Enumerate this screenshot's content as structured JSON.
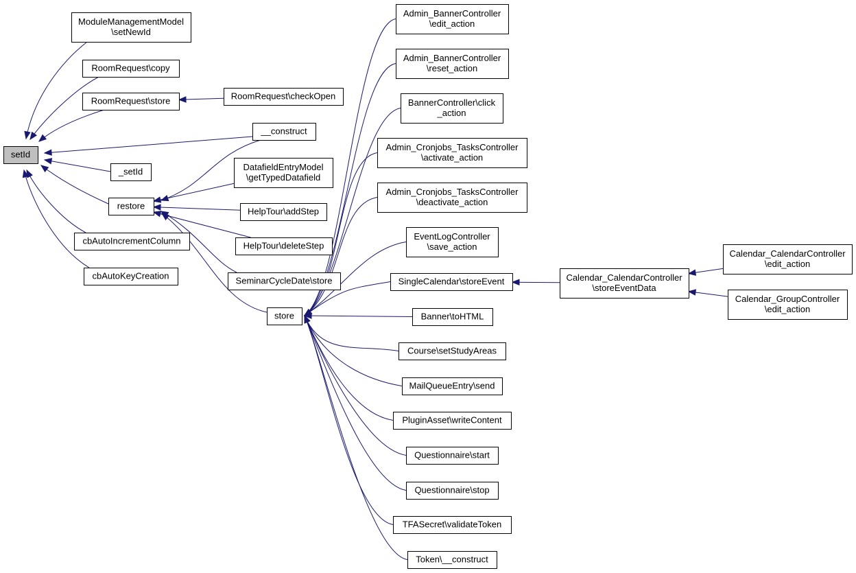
{
  "graph": {
    "nodes": [
      {
        "id": "setId",
        "label": [
          "setId"
        ],
        "focus": true
      },
      {
        "id": "setNewId",
        "label": [
          "ModuleManagementModel",
          "\\setNewId"
        ]
      },
      {
        "id": "rrcopy",
        "label": [
          "RoomRequest\\copy"
        ]
      },
      {
        "id": "rrstore",
        "label": [
          "RoomRequest\\store"
        ]
      },
      {
        "id": "rrcheck",
        "label": [
          "RoomRequest\\checkOpen"
        ]
      },
      {
        "id": "construct",
        "label": [
          "__construct"
        ]
      },
      {
        "id": "_setId",
        "label": [
          "_setId"
        ]
      },
      {
        "id": "restore",
        "label": [
          "restore"
        ]
      },
      {
        "id": "cbAIC",
        "label": [
          "cbAutoIncrementColumn"
        ]
      },
      {
        "id": "cbAKC",
        "label": [
          "cbAutoKeyCreation"
        ]
      },
      {
        "id": "dfe",
        "label": [
          "DatafieldEntryModel",
          "\\getTypedDatafield"
        ]
      },
      {
        "id": "htadd",
        "label": [
          "HelpTour\\addStep"
        ]
      },
      {
        "id": "htdel",
        "label": [
          "HelpTour\\deleteStep"
        ]
      },
      {
        "id": "scd",
        "label": [
          "SeminarCycleDate\\store"
        ]
      },
      {
        "id": "store",
        "label": [
          "store"
        ]
      },
      {
        "id": "abce",
        "label": [
          "Admin_BannerController",
          "\\edit_action"
        ]
      },
      {
        "id": "abcr",
        "label": [
          "Admin_BannerController",
          "\\reset_action"
        ]
      },
      {
        "id": "bcc",
        "label": [
          "BannerController\\click",
          "_action"
        ]
      },
      {
        "id": "acta",
        "label": [
          "Admin_Cronjobs_TasksController",
          "\\activate_action"
        ]
      },
      {
        "id": "actd",
        "label": [
          "Admin_Cronjobs_TasksController",
          "\\deactivate_action"
        ]
      },
      {
        "id": "elc",
        "label": [
          "EventLogController",
          "\\save_action"
        ]
      },
      {
        "id": "sc",
        "label": [
          "SingleCalendar\\storeEvent"
        ]
      },
      {
        "id": "banner",
        "label": [
          "Banner\\toHTML"
        ]
      },
      {
        "id": "course",
        "label": [
          "Course\\setStudyAreas"
        ]
      },
      {
        "id": "mail",
        "label": [
          "MailQueueEntry\\send"
        ]
      },
      {
        "id": "plugin",
        "label": [
          "PluginAsset\\writeContent"
        ]
      },
      {
        "id": "qstart",
        "label": [
          "Questionnaire\\start"
        ]
      },
      {
        "id": "qstop",
        "label": [
          "Questionnaire\\stop"
        ]
      },
      {
        "id": "tfa",
        "label": [
          "TFASecret\\validateToken"
        ]
      },
      {
        "id": "token",
        "label": [
          "Token\\__construct"
        ]
      },
      {
        "id": "ccsed",
        "label": [
          "Calendar_CalendarController",
          "\\storeEventData"
        ]
      },
      {
        "id": "cce",
        "label": [
          "Calendar_CalendarController",
          "\\edit_action"
        ]
      },
      {
        "id": "cge",
        "label": [
          "Calendar_GroupController",
          "\\edit_action"
        ]
      }
    ],
    "edges": [
      [
        "setNewId",
        "setId"
      ],
      [
        "rrcopy",
        "setId"
      ],
      [
        "rrstore",
        "setId"
      ],
      [
        "construct",
        "setId"
      ],
      [
        "_setId",
        "setId"
      ],
      [
        "restore",
        "setId"
      ],
      [
        "cbAIC",
        "setId"
      ],
      [
        "cbAKC",
        "setId"
      ],
      [
        "rrcheck",
        "rrstore"
      ],
      [
        "construct",
        "restore"
      ],
      [
        "dfe",
        "restore"
      ],
      [
        "htadd",
        "restore"
      ],
      [
        "htdel",
        "restore"
      ],
      [
        "scd",
        "restore"
      ],
      [
        "store",
        "restore"
      ],
      [
        "abce",
        "store"
      ],
      [
        "abcr",
        "store"
      ],
      [
        "bcc",
        "store"
      ],
      [
        "acta",
        "store"
      ],
      [
        "actd",
        "store"
      ],
      [
        "elc",
        "store"
      ],
      [
        "sc",
        "store"
      ],
      [
        "banner",
        "store"
      ],
      [
        "course",
        "store"
      ],
      [
        "mail",
        "store"
      ],
      [
        "plugin",
        "store"
      ],
      [
        "qstart",
        "store"
      ],
      [
        "qstop",
        "store"
      ],
      [
        "tfa",
        "store"
      ],
      [
        "token",
        "store"
      ],
      [
        "ccsed",
        "sc"
      ],
      [
        "cce",
        "ccsed"
      ],
      [
        "cge",
        "ccsed"
      ]
    ]
  }
}
